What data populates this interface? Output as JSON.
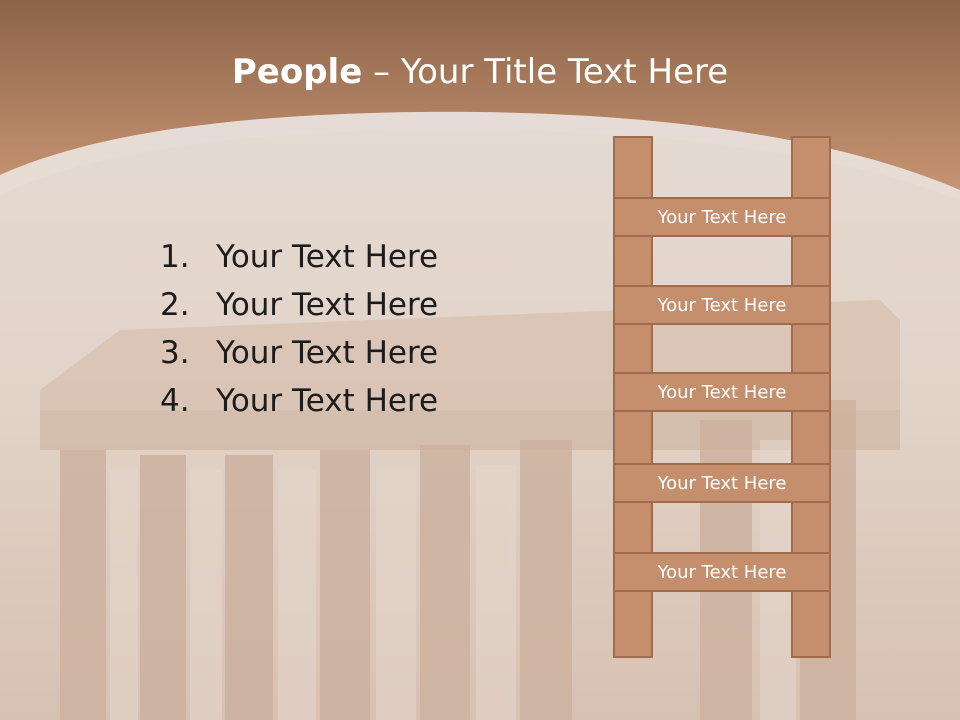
{
  "slide": {
    "title_bold": "People",
    "title_rest": " – Your Title Text Here",
    "list_items": [
      {
        "num": "1.",
        "text": "Your Text Here"
      },
      {
        "num": "2.",
        "text": "Your Text Here"
      },
      {
        "num": "3.",
        "text": "Your Text Here"
      },
      {
        "num": "4.",
        "text": "Your Text Here"
      }
    ],
    "ladder_rungs": [
      "Your Text Here",
      "Your Text Here",
      "Your Text Here",
      "Your Text Here",
      "Your Text Here"
    ]
  },
  "colors": {
    "header": "#b98863",
    "ladder_fill": "#c58f6d",
    "ladder_border": "#a06c4e"
  }
}
